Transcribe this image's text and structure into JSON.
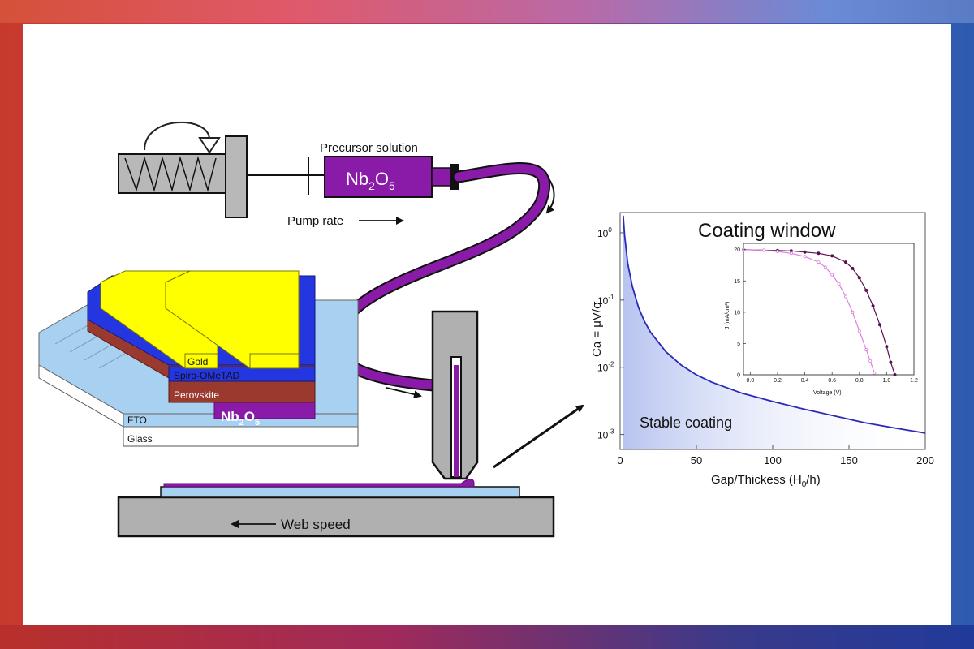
{
  "schematic": {
    "precursor_label": "Precursor solution",
    "pump_rate_label": "Pump rate",
    "syringe_chem_main": "Nb",
    "syringe_chem_sub": "2",
    "syringe_chem_tail": "O",
    "syringe_chem_sub2": "5",
    "web_speed_label": "Web speed",
    "colors": {
      "purple": "#8a1aa8",
      "grey": "#b0b0b0",
      "gold": "#ffff00",
      "blue": "#2436e0",
      "brown": "#9a3a2e",
      "fto": "#a8d0f0"
    }
  },
  "device_stack": {
    "layers": {
      "gold": "Gold",
      "spiro": "Spiro-OMeTAD",
      "perovskite": "Perovskite",
      "fto": "FTO",
      "glass": "Glass"
    },
    "etl_main": "Nb",
    "etl_sub": "2",
    "etl_tail": "O",
    "etl_sub2": "5"
  },
  "chart_data": [
    {
      "type": "line",
      "title": "Coating window",
      "xlabel": "Gap/Thickess (H",
      "xlabel_sub": "0",
      "xlabel_tail": "/h)",
      "ylabel": "Ca = μV/σ",
      "yscale": "log",
      "xlim": [
        0,
        200
      ],
      "ylim": [
        0.0006,
        2
      ],
      "x_ticks": [
        "0",
        "50",
        "100",
        "150",
        "200"
      ],
      "y_ticks": [
        {
          "base": "10",
          "exp": "0",
          "value": 1
        },
        {
          "base": "10",
          "exp": "-1",
          "value": 0.1
        },
        {
          "base": "10",
          "exp": "-2",
          "value": 0.01
        },
        {
          "base": "10",
          "exp": "-3",
          "value": 0.001
        }
      ],
      "region_label": "Stable coating",
      "series": [
        {
          "color": "#2a2ab8",
          "x": [
            2,
            3,
            5,
            8,
            12,
            16,
            20,
            30,
            40,
            50,
            60,
            80,
            100,
            120,
            140,
            160,
            180,
            200
          ],
          "y": [
            1.8,
            0.9,
            0.35,
            0.16,
            0.078,
            0.048,
            0.033,
            0.017,
            0.0108,
            0.0077,
            0.006,
            0.0041,
            0.0031,
            0.0024,
            0.0019,
            0.0015,
            0.00125,
            0.00105
          ]
        }
      ]
    },
    {
      "type": "line",
      "xlabel": "Voltage (V)",
      "ylabel": "J (mA/cm²)",
      "xlim": [
        -0.05,
        1.2
      ],
      "ylim": [
        0,
        21
      ],
      "x_ticks": [
        "0.0",
        "0.2",
        "0.4",
        "0.6",
        "0.8",
        "1.0",
        "1.2"
      ],
      "y_ticks": [
        "0",
        "5",
        "10",
        "15",
        "20"
      ],
      "series": [
        {
          "color": "#5a1050",
          "x": [
            -0.05,
            0.1,
            0.2,
            0.3,
            0.4,
            0.5,
            0.6,
            0.7,
            0.75,
            0.8,
            0.85,
            0.9,
            0.95,
            1.0,
            1.03,
            1.06
          ],
          "y": [
            20,
            19.9,
            19.85,
            19.8,
            19.6,
            19.4,
            19.0,
            18.0,
            17.0,
            15.5,
            13.5,
            11.0,
            8.0,
            4.5,
            2.0,
            0
          ]
        },
        {
          "color": "#e080e0",
          "x": [
            -0.05,
            0.1,
            0.2,
            0.3,
            0.4,
            0.5,
            0.55,
            0.6,
            0.65,
            0.7,
            0.75,
            0.8,
            0.85,
            0.88,
            0.91
          ],
          "y": [
            20,
            19.9,
            19.7,
            19.4,
            18.9,
            18.0,
            17.2,
            16.0,
            14.5,
            12.5,
            10.0,
            7.0,
            4.0,
            2.2,
            0.3
          ]
        }
      ]
    }
  ]
}
